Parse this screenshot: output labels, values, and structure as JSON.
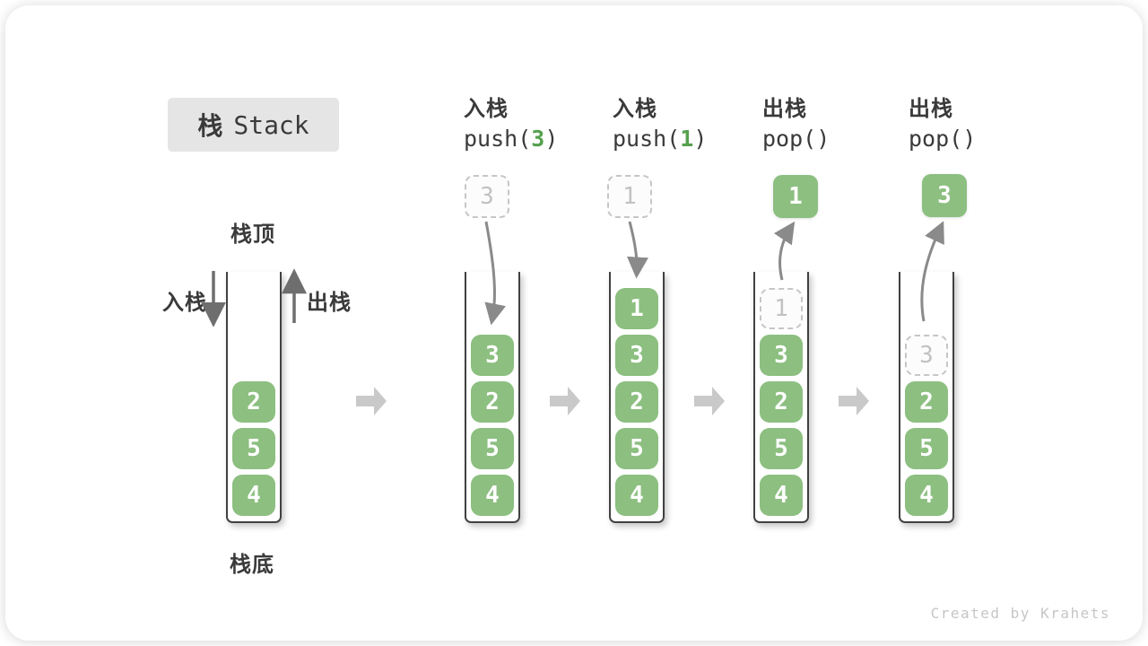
{
  "title": {
    "cn": "栈",
    "en": "Stack"
  },
  "watermark": "Created by Krahets",
  "side_labels": {
    "stack_top": "栈顶",
    "stack_bottom": "栈底",
    "push_in": "入栈",
    "pop_out": "出栈"
  },
  "operations": [
    {
      "name": "入栈",
      "code_pre": "push(",
      "code_arg": "3",
      "code_post": ")"
    },
    {
      "name": "入栈",
      "code_pre": "push(",
      "code_arg": "1",
      "code_post": ")"
    },
    {
      "name": "出栈",
      "code_pre": "pop(",
      "code_arg": "",
      "code_post": ")"
    },
    {
      "name": "出栈",
      "code_pre": "pop(",
      "code_arg": "",
      "code_post": ")"
    }
  ],
  "floating": [
    {
      "value": "3",
      "style": "ghost",
      "meaning": "value being pushed"
    },
    {
      "value": "1",
      "style": "ghost",
      "meaning": "value being pushed"
    },
    {
      "value": "1",
      "style": "solid",
      "meaning": "value popped"
    },
    {
      "value": "3",
      "style": "solid",
      "meaning": "value popped"
    }
  ],
  "stacks": [
    {
      "cells": [
        {
          "v": "2"
        },
        {
          "v": "5"
        },
        {
          "v": "4"
        }
      ]
    },
    {
      "cells": [
        {
          "v": "3"
        },
        {
          "v": "2"
        },
        {
          "v": "5"
        },
        {
          "v": "4"
        }
      ]
    },
    {
      "cells": [
        {
          "v": "1"
        },
        {
          "v": "3"
        },
        {
          "v": "2"
        },
        {
          "v": "5"
        },
        {
          "v": "4"
        }
      ]
    },
    {
      "cells": [
        {
          "v": "1",
          "ghost": true
        },
        {
          "v": "3"
        },
        {
          "v": "2"
        },
        {
          "v": "5"
        },
        {
          "v": "4"
        }
      ]
    },
    {
      "cells": [
        {
          "v": "3",
          "ghost": true
        },
        {
          "v": "2"
        },
        {
          "v": "5"
        },
        {
          "v": "4"
        }
      ]
    }
  ],
  "colors": {
    "block_green": "#8cbf80",
    "code_arg_green": "#55a14e",
    "title_bg": "#e5e5e5",
    "text_dark": "#3a3a3a",
    "curve_arrow_gray": "#8a8a8a",
    "straight_arrow_gray": "#6e6e6e",
    "flow_arrow_gray": "#c9c9c9",
    "ghost_border_gray": "#c6c6c6",
    "wall_dark": "#414141",
    "watermark_gray": "#c6c6c6"
  }
}
